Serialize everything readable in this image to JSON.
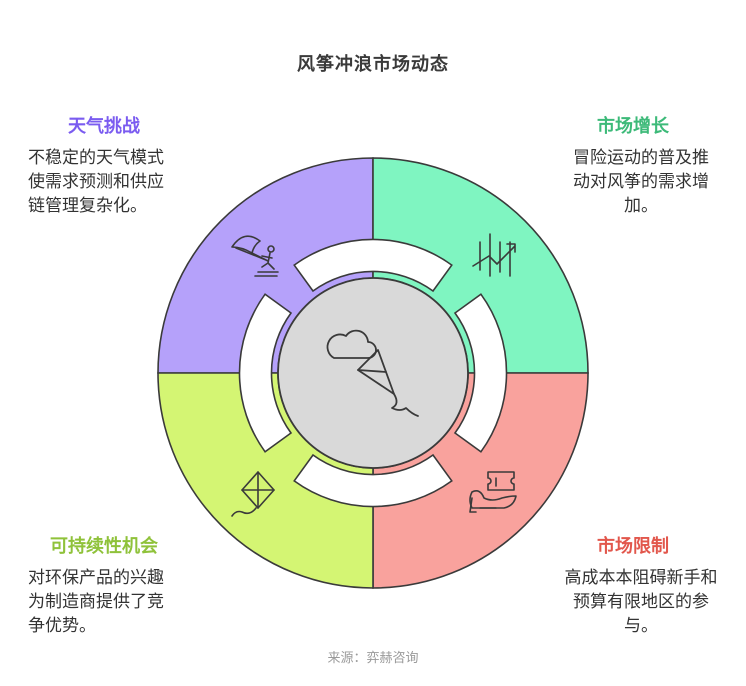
{
  "title": "风筝冲浪市场动态",
  "colors": {
    "weather": "#B5A1FA",
    "growth": "#7FF5C1",
    "sustain": "#D4F573",
    "limits": "#F9A29D",
    "center": "#D9D9D9",
    "stroke": "#3a3a3a"
  },
  "quadrants": {
    "weather": {
      "heading": "天气挑战",
      "lines": [
        "不稳定的天气模式",
        "使需求预测和供应",
        "链管理复杂化。"
      ],
      "icon": "kitesurfer-icon"
    },
    "growth": {
      "heading": "市场增长",
      "lines": [
        "冒险运动的普及推",
        "动对风筝的需求增",
        "加。"
      ],
      "icon": "growth-chart-icon"
    },
    "sustain": {
      "heading": "可持续性机会",
      "lines": [
        "对环保产品的兴趣",
        "为制造商提供了竞",
        "争优势。"
      ],
      "icon": "kite-icon"
    },
    "limits": {
      "heading": "市场限制",
      "lines": [
        "高成本本阻碍新手和",
        "预算有限地区的参",
        "与。"
      ],
      "icon": "ticket-wave-icon"
    }
  },
  "center_icon": "cloud-kite-icon",
  "source": "来源：弈赫咨询"
}
